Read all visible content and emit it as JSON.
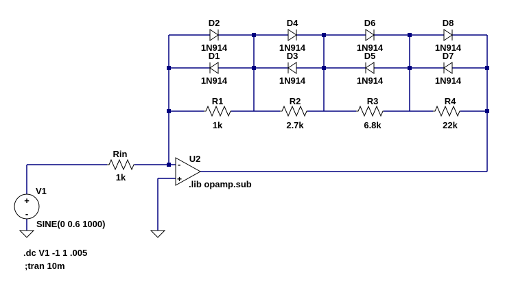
{
  "diodes": [
    {
      "ref": "D2",
      "model": "1N914"
    },
    {
      "ref": "D4",
      "model": "1N914"
    },
    {
      "ref": "D6",
      "model": "1N914"
    },
    {
      "ref": "D8",
      "model": "1N914"
    },
    {
      "ref": "D1",
      "model": "1N914"
    },
    {
      "ref": "D3",
      "model": "1N914"
    },
    {
      "ref": "D5",
      "model": "1N914"
    },
    {
      "ref": "D7",
      "model": "1N914"
    }
  ],
  "resistors": [
    {
      "ref": "R1",
      "value": "1k"
    },
    {
      "ref": "R2",
      "value": "2.7k"
    },
    {
      "ref": "R3",
      "value": "6.8k"
    },
    {
      "ref": "R4",
      "value": "22k"
    }
  ],
  "rin": {
    "ref": "Rin",
    "value": "1k"
  },
  "opamp": {
    "ref": "U2",
    "directive": ".lib opamp.sub",
    "minus": "-",
    "plus": "+"
  },
  "source": {
    "ref": "V1",
    "value": "SINE(0 0.6 1000)",
    "plus": "+",
    "minus": "-"
  },
  "directives": [
    ".dc V1 -1 1 .005",
    ";tran 10m"
  ],
  "colors": {
    "wire": "#000080",
    "component": "#000000",
    "background": "#ffffff"
  }
}
